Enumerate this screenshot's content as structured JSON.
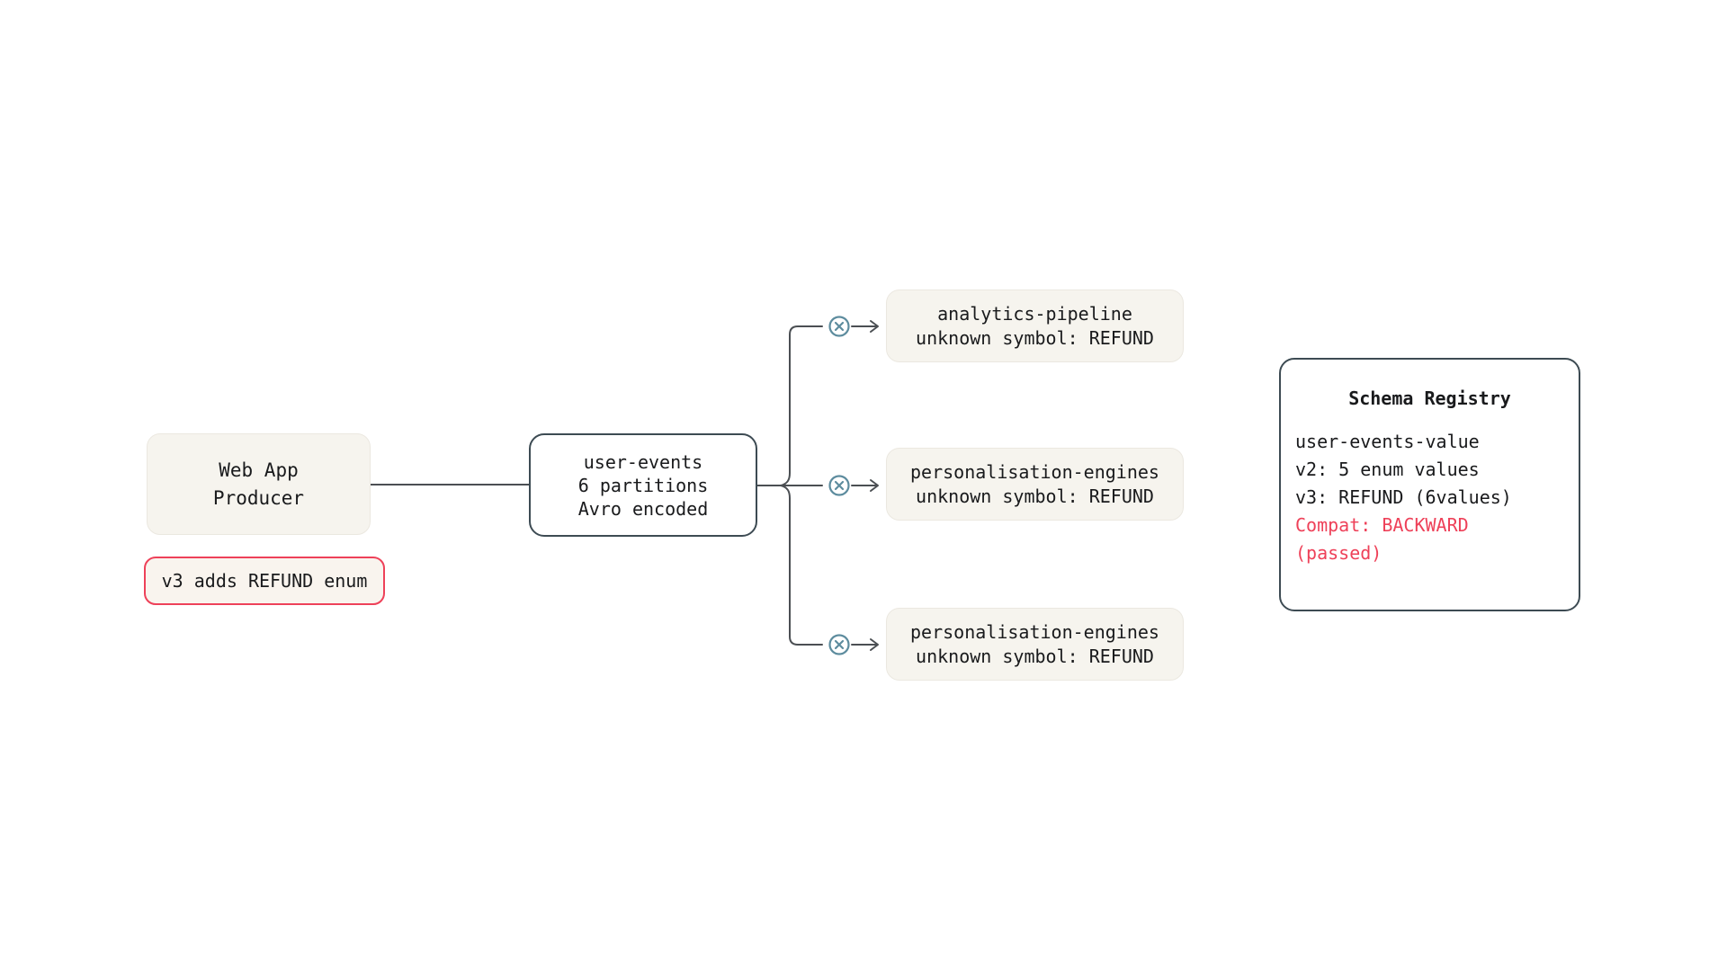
{
  "diagram_title": "kafka-schema-evolution-flow",
  "producer": {
    "line1": "Web App",
    "line2": "Producer"
  },
  "note": {
    "label": "v3 adds REFUND enum"
  },
  "topic": {
    "line1": "user-events",
    "line2": "6 partitions",
    "line3": "Avro encoded"
  },
  "consumers": [
    {
      "name": "analytics-pipeline",
      "error": "unknown symbol: REFUND"
    },
    {
      "name": "personalisation-engines",
      "error": "unknown symbol: REFUND"
    },
    {
      "name": "personalisation-engines",
      "error": "unknown symbol: REFUND"
    }
  ],
  "registry": {
    "title": "Schema Registry",
    "subject": "user-events-value",
    "v2": "v2: 5 enum values",
    "v3": "v3: REFUND (6values)",
    "compat": "Compat: BACKWARD (passed)"
  },
  "icons": {
    "consumer_error_icon": "circle-x"
  },
  "colors": {
    "accent_red": "#ee4159",
    "error_icon_blue": "#5d8c9e",
    "wire_gray": "#4b4f53",
    "node_cream": "#f6f4ee",
    "dark_border": "#3d4b53",
    "text": "#191a1c",
    "background": "#ffffff"
  }
}
